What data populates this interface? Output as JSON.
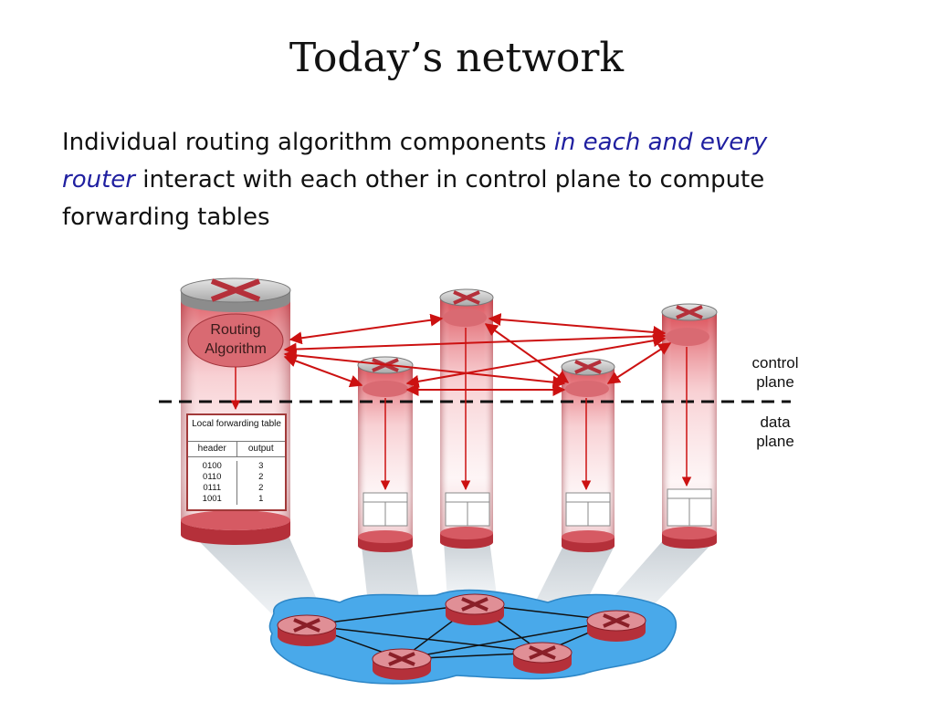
{
  "slide": {
    "title": "Today’s network",
    "body_prefix": "Individual routing algorithm components",
    "body_emphasis": "in each and every router",
    "body_suffix": "interact with each other in control plane to compute forwarding tables"
  },
  "labels": {
    "routing_line1": "Routing",
    "routing_line2": "Algorithm",
    "control_line1": "control",
    "control_line2": "plane",
    "data_line1": "data",
    "data_line2": "plane"
  },
  "forwarding_table": {
    "title": "Local forwarding table",
    "header_col": "header",
    "output_col": "output",
    "headers": [
      "0100",
      "0110",
      "0111",
      "1001"
    ],
    "outputs": [
      "3",
      "2",
      "2",
      "1"
    ]
  },
  "colors": {
    "emphasis": "#1f1fa0",
    "arrow": "#cc1111",
    "cloud": "#49a9ea"
  }
}
